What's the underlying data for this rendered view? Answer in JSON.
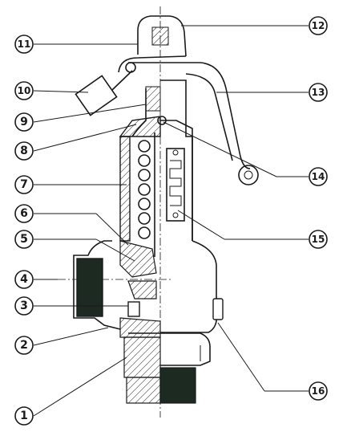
{
  "callouts": [
    {
      "id": "1",
      "text": "1"
    },
    {
      "id": "2",
      "text": "2"
    },
    {
      "id": "3",
      "text": "3"
    },
    {
      "id": "4",
      "text": "4"
    },
    {
      "id": "5",
      "text": "5"
    },
    {
      "id": "6",
      "text": "6"
    },
    {
      "id": "7",
      "text": "7"
    },
    {
      "id": "8",
      "text": "8"
    },
    {
      "id": "9",
      "text": "9"
    },
    {
      "id": "10",
      "text": "10"
    },
    {
      "id": "11",
      "text": "11"
    },
    {
      "id": "12",
      "text": "12"
    },
    {
      "id": "13",
      "text": "13"
    },
    {
      "id": "14",
      "text": "14"
    },
    {
      "id": "15",
      "text": "15"
    },
    {
      "id": "16",
      "text": "16"
    }
  ],
  "colors": {
    "line": "#1a1a1a",
    "fill_dark": "#1c2a22",
    "background": "#ffffff"
  }
}
